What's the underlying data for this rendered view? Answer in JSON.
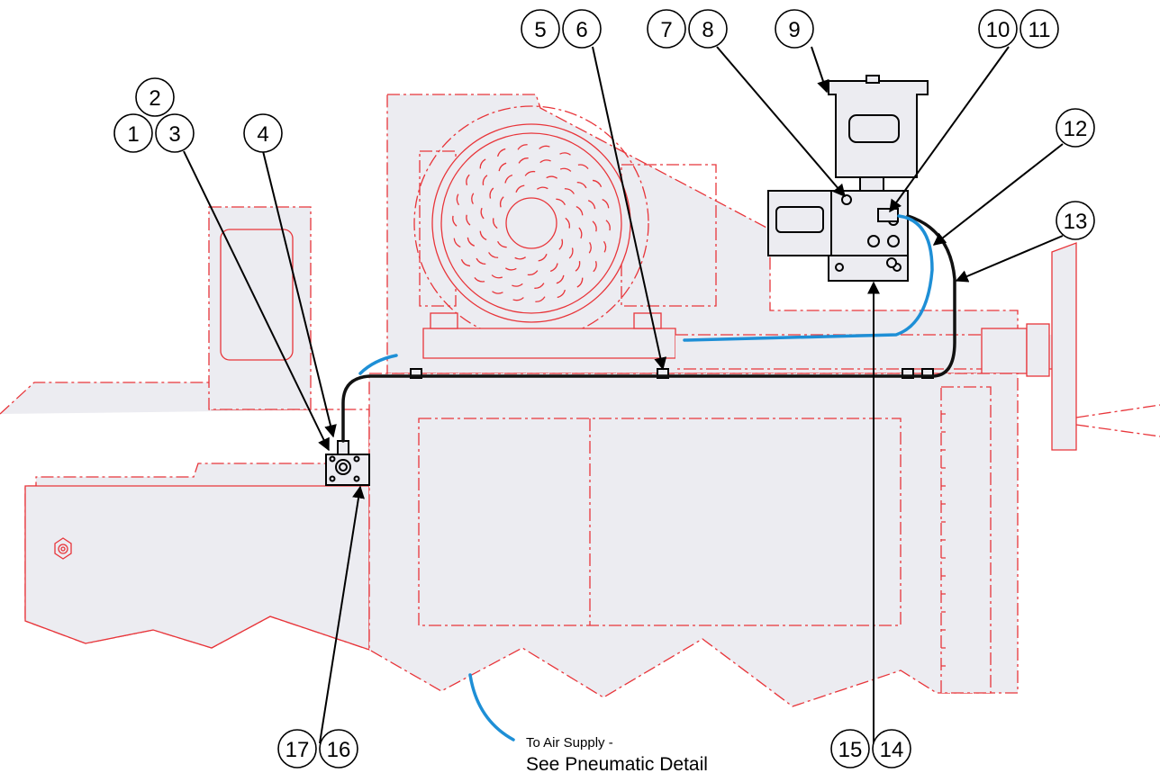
{
  "callouts": [
    {
      "id": "c1",
      "label": "1"
    },
    {
      "id": "c2",
      "label": "2"
    },
    {
      "id": "c3",
      "label": "3"
    },
    {
      "id": "c4",
      "label": "4"
    },
    {
      "id": "c5",
      "label": "5"
    },
    {
      "id": "c6",
      "label": "6"
    },
    {
      "id": "c7",
      "label": "7"
    },
    {
      "id": "c8",
      "label": "8"
    },
    {
      "id": "c9",
      "label": "9"
    },
    {
      "id": "c10",
      "label": "10"
    },
    {
      "id": "c11",
      "label": "11"
    },
    {
      "id": "c12",
      "label": "12"
    },
    {
      "id": "c13",
      "label": "13"
    },
    {
      "id": "c14",
      "label": "14"
    },
    {
      "id": "c15",
      "label": "15"
    },
    {
      "id": "c16",
      "label": "16"
    },
    {
      "id": "c17",
      "label": "17"
    }
  ],
  "note": {
    "line1": "To Air Supply -",
    "line2": "See Pneumatic Detail"
  },
  "colors": {
    "machine_outline": "#e8353a",
    "air_hose": "#1e8fd6",
    "lube_line": "#111111",
    "fill": "#ececf1"
  }
}
